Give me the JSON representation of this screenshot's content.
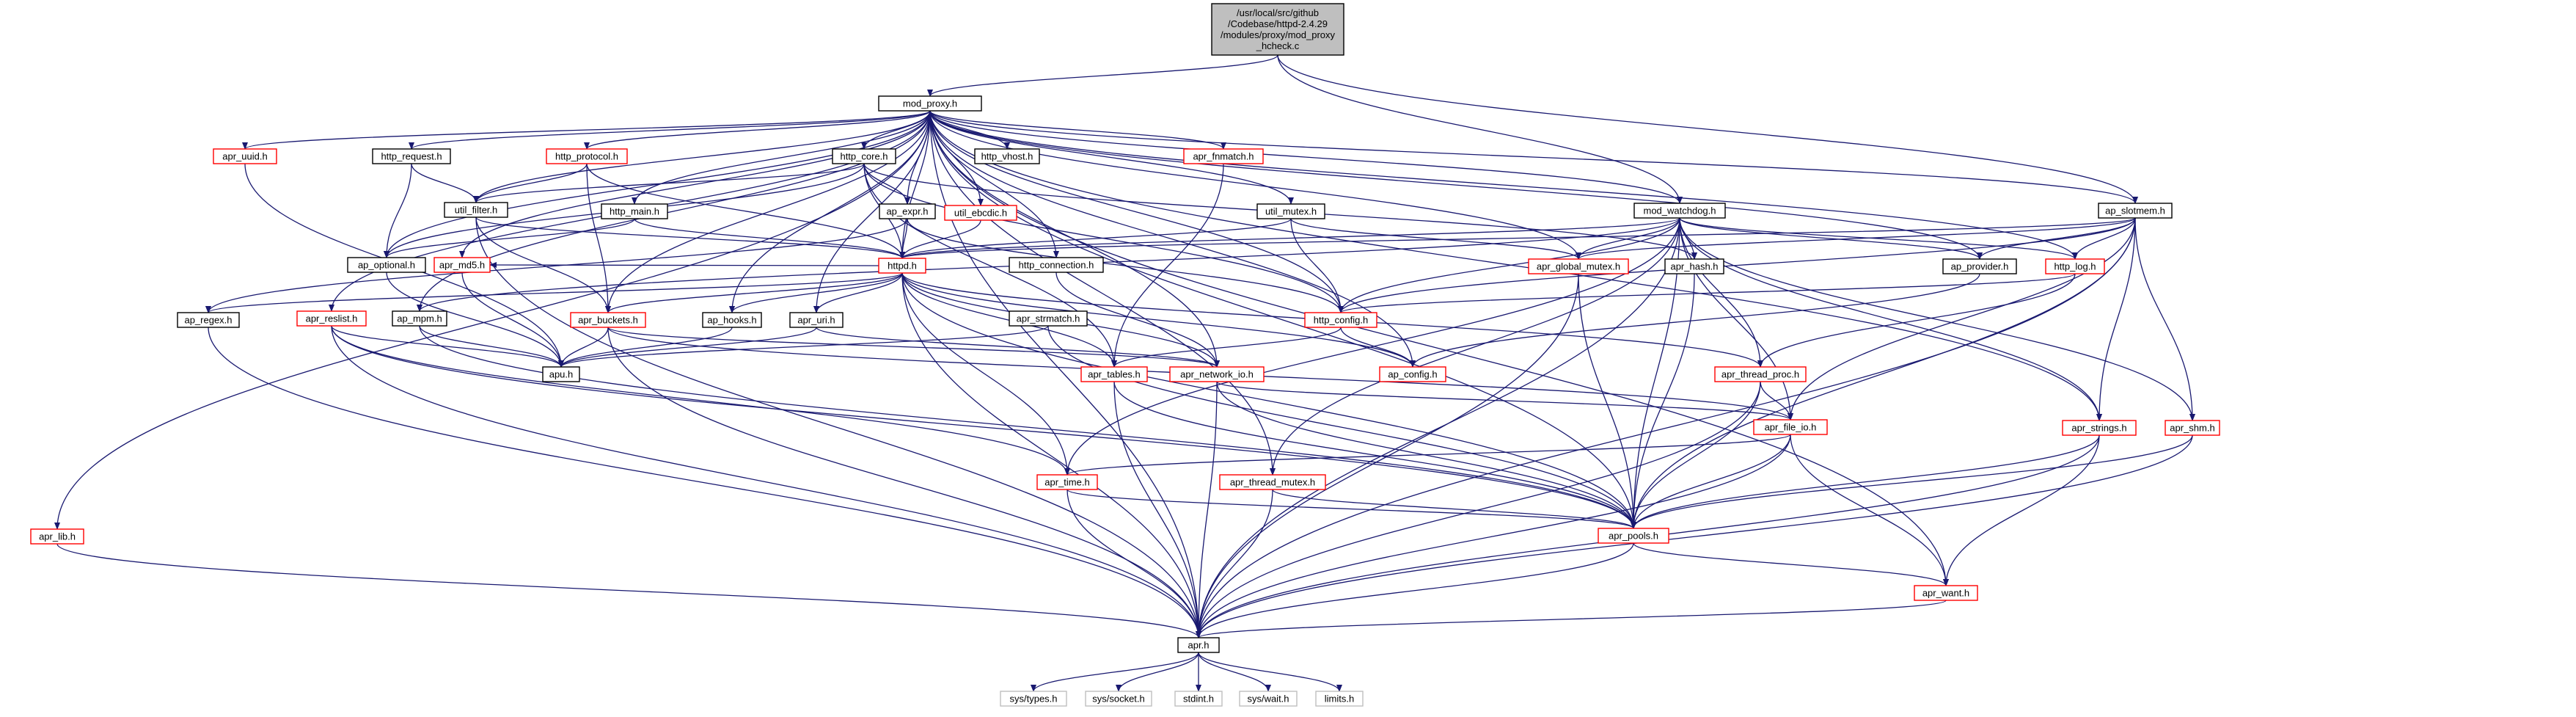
{
  "colors": {
    "edge": "#191970",
    "root_fill": "#bfbfbf",
    "normal_border": "#000000",
    "red_border": "#ff0000",
    "grey_border": "#bfbfbf",
    "text": "#000000"
  },
  "nodes": [
    {
      "id": "root",
      "style": "root",
      "lines": [
        "/usr/local/src/github",
        "/Codebase/httpd-2.4.29",
        "/modules/proxy/mod_proxy",
        "_hcheck.c"
      ]
    },
    {
      "id": "mod_proxy",
      "style": "normal",
      "lines": [
        "mod_proxy.h"
      ]
    },
    {
      "id": "apr_uuid",
      "style": "red",
      "lines": [
        "apr_uuid.h"
      ]
    },
    {
      "id": "http_request",
      "style": "normal",
      "lines": [
        "http_request.h"
      ]
    },
    {
      "id": "http_protocol",
      "style": "red",
      "lines": [
        "http_protocol.h"
      ]
    },
    {
      "id": "http_core",
      "style": "normal",
      "lines": [
        "http_core.h"
      ]
    },
    {
      "id": "util_ebcdic",
      "style": "red",
      "lines": [
        "util_ebcdic.h"
      ]
    },
    {
      "id": "http_vhost",
      "style": "normal",
      "lines": [
        "http_vhost.h"
      ]
    },
    {
      "id": "apr_fnmatch",
      "style": "red",
      "lines": [
        "apr_fnmatch.h"
      ]
    },
    {
      "id": "util_filter",
      "style": "normal",
      "lines": [
        "util_filter.h"
      ]
    },
    {
      "id": "http_main",
      "style": "normal",
      "lines": [
        "http_main.h"
      ]
    },
    {
      "id": "ap_expr",
      "style": "normal",
      "lines": [
        "ap_expr.h"
      ]
    },
    {
      "id": "util_mutex",
      "style": "normal",
      "lines": [
        "util_mutex.h"
      ]
    },
    {
      "id": "mod_watchdog",
      "style": "normal",
      "lines": [
        "mod_watchdog.h"
      ]
    },
    {
      "id": "ap_slotmem",
      "style": "normal",
      "lines": [
        "ap_slotmem.h"
      ]
    },
    {
      "id": "ap_optional",
      "style": "normal",
      "lines": [
        "ap_optional.h"
      ]
    },
    {
      "id": "apr_md5",
      "style": "red",
      "lines": [
        "apr_md5.h"
      ]
    },
    {
      "id": "httpd",
      "style": "red",
      "lines": [
        "httpd.h"
      ]
    },
    {
      "id": "http_connection",
      "style": "normal",
      "lines": [
        "http_connection.h"
      ]
    },
    {
      "id": "apr_global_mutex",
      "style": "red",
      "lines": [
        "apr_global_mutex.h"
      ]
    },
    {
      "id": "apr_hash",
      "style": "normal",
      "lines": [
        "apr_hash.h"
      ]
    },
    {
      "id": "ap_provider",
      "style": "normal",
      "lines": [
        "ap_provider.h"
      ]
    },
    {
      "id": "http_log",
      "style": "red",
      "lines": [
        "http_log.h"
      ]
    },
    {
      "id": "ap_regex",
      "style": "normal",
      "lines": [
        "ap_regex.h"
      ]
    },
    {
      "id": "apr_reslist",
      "style": "red",
      "lines": [
        "apr_reslist.h"
      ]
    },
    {
      "id": "ap_mpm",
      "style": "normal",
      "lines": [
        "ap_mpm.h"
      ]
    },
    {
      "id": "apr_buckets",
      "style": "red",
      "lines": [
        "apr_buckets.h"
      ]
    },
    {
      "id": "ap_hooks",
      "style": "normal",
      "lines": [
        "ap_hooks.h"
      ]
    },
    {
      "id": "apr_uri",
      "style": "normal",
      "lines": [
        "apr_uri.h"
      ]
    },
    {
      "id": "apr_strmatch",
      "style": "normal",
      "lines": [
        "apr_strmatch.h"
      ]
    },
    {
      "id": "http_config",
      "style": "red",
      "lines": [
        "http_config.h"
      ]
    },
    {
      "id": "apu",
      "style": "normal",
      "lines": [
        "apu.h"
      ]
    },
    {
      "id": "apr_tables",
      "style": "red",
      "lines": [
        "apr_tables.h"
      ]
    },
    {
      "id": "apr_network_io",
      "style": "red",
      "lines": [
        "apr_network_io.h"
      ]
    },
    {
      "id": "ap_config",
      "style": "red",
      "lines": [
        "ap_config.h"
      ]
    },
    {
      "id": "apr_thread_proc",
      "style": "red",
      "lines": [
        "apr_thread_proc.h"
      ]
    },
    {
      "id": "apr_file_io",
      "style": "red",
      "lines": [
        "apr_file_io.h"
      ]
    },
    {
      "id": "apr_strings",
      "style": "red",
      "lines": [
        "apr_strings.h"
      ]
    },
    {
      "id": "apr_shm",
      "style": "red",
      "lines": [
        "apr_shm.h"
      ]
    },
    {
      "id": "apr_lib",
      "style": "red",
      "lines": [
        "apr_lib.h"
      ]
    },
    {
      "id": "apr_time",
      "style": "red",
      "lines": [
        "apr_time.h"
      ]
    },
    {
      "id": "apr_thread_mutex",
      "style": "red",
      "lines": [
        "apr_thread_mutex.h"
      ]
    },
    {
      "id": "apr_pools",
      "style": "red",
      "lines": [
        "apr_pools.h"
      ]
    },
    {
      "id": "apr_want",
      "style": "red",
      "lines": [
        "apr_want.h"
      ]
    },
    {
      "id": "apr",
      "style": "normal",
      "lines": [
        "apr.h"
      ]
    },
    {
      "id": "sys_types",
      "style": "grey",
      "lines": [
        "sys/types.h"
      ]
    },
    {
      "id": "sys_socket",
      "style": "grey",
      "lines": [
        "sys/socket.h"
      ]
    },
    {
      "id": "stdint",
      "style": "grey",
      "lines": [
        "stdint.h"
      ]
    },
    {
      "id": "sys_wait",
      "style": "grey",
      "lines": [
        "sys/wait.h"
      ]
    },
    {
      "id": "limits",
      "style": "grey",
      "lines": [
        "limits.h"
      ]
    }
  ],
  "edges": [
    [
      "root",
      "mod_proxy"
    ],
    [
      "root",
      "mod_watchdog"
    ],
    [
      "root",
      "ap_slotmem"
    ],
    [
      "mod_proxy",
      "apr_uuid"
    ],
    [
      "mod_proxy",
      "http_request"
    ],
    [
      "mod_proxy",
      "http_protocol"
    ],
    [
      "mod_proxy",
      "http_core"
    ],
    [
      "mod_proxy",
      "util_ebcdic"
    ],
    [
      "mod_proxy",
      "http_vhost"
    ],
    [
      "mod_proxy",
      "apr_fnmatch"
    ],
    [
      "mod_proxy",
      "util_filter"
    ],
    [
      "mod_proxy",
      "http_main"
    ],
    [
      "mod_proxy",
      "ap_expr"
    ],
    [
      "mod_proxy",
      "util_mutex"
    ],
    [
      "mod_proxy",
      "ap_optional"
    ],
    [
      "mod_proxy",
      "apr_md5"
    ],
    [
      "mod_proxy",
      "httpd"
    ],
    [
      "mod_proxy",
      "http_connection"
    ],
    [
      "mod_proxy",
      "apr_global_mutex"
    ],
    [
      "mod_proxy",
      "ap_provider"
    ],
    [
      "mod_proxy",
      "http_log"
    ],
    [
      "mod_proxy",
      "apr_reslist"
    ],
    [
      "mod_proxy",
      "ap_mpm"
    ],
    [
      "mod_proxy",
      "apr_buckets"
    ],
    [
      "mod_proxy",
      "ap_hooks"
    ],
    [
      "mod_proxy",
      "apr_uri"
    ],
    [
      "mod_proxy",
      "http_config"
    ],
    [
      "mod_proxy",
      "ap_config"
    ],
    [
      "mod_proxy",
      "apr_network_io"
    ],
    [
      "mod_proxy",
      "apr_strings"
    ],
    [
      "mod_proxy",
      "apr_lib"
    ],
    [
      "mod_proxy",
      "apr_thread_mutex"
    ],
    [
      "mod_proxy",
      "apr_pools"
    ],
    [
      "mod_proxy",
      "apr_want"
    ],
    [
      "mod_proxy",
      "apr"
    ],
    [
      "mod_proxy",
      "ap_slotmem"
    ],
    [
      "mod_proxy",
      "mod_watchdog"
    ],
    [
      "apr_uuid",
      "apu"
    ],
    [
      "http_request",
      "util_filter"
    ],
    [
      "http_request",
      "ap_optional"
    ],
    [
      "http_protocol",
      "httpd"
    ],
    [
      "http_protocol",
      "util_filter"
    ],
    [
      "http_protocol",
      "apr_buckets"
    ],
    [
      "http_core",
      "apr_hash"
    ],
    [
      "http_core",
      "apr_optional_fake"
    ],
    [
      "http_core",
      "util_filter"
    ],
    [
      "http_core",
      "ap_expr"
    ],
    [
      "http_core",
      "httpd"
    ],
    [
      "http_core",
      "http_config"
    ],
    [
      "http_core",
      "apr_tables"
    ],
    [
      "http_core",
      "ap_optional"
    ],
    [
      "util_ebcdic",
      "httpd"
    ],
    [
      "apr_fnmatch",
      "apr_tables"
    ],
    [
      "util_filter",
      "httpd"
    ],
    [
      "util_filter",
      "apr_buckets"
    ],
    [
      "util_filter",
      "apr"
    ],
    [
      "http_main",
      "ap_optional"
    ],
    [
      "http_main",
      "httpd"
    ],
    [
      "ap_expr",
      "httpd"
    ],
    [
      "ap_expr",
      "http_config"
    ],
    [
      "ap_expr",
      "ap_regex"
    ],
    [
      "util_mutex",
      "httpd"
    ],
    [
      "util_mutex",
      "http_config"
    ],
    [
      "util_mutex",
      "apr_global_mutex"
    ],
    [
      "mod_watchdog",
      "httpd"
    ],
    [
      "mod_watchdog",
      "http_config"
    ],
    [
      "mod_watchdog",
      "http_log"
    ],
    [
      "mod_watchdog",
      "ap_provider"
    ],
    [
      "mod_watchdog",
      "apr_hash"
    ],
    [
      "mod_watchdog",
      "apr_global_mutex"
    ],
    [
      "mod_watchdog",
      "apr_thread_proc"
    ],
    [
      "mod_watchdog",
      "apr_file_io"
    ],
    [
      "mod_watchdog",
      "apr_shm"
    ],
    [
      "mod_watchdog",
      "apr_strings"
    ],
    [
      "mod_watchdog",
      "apr_pools"
    ],
    [
      "mod_watchdog",
      "apr_time"
    ],
    [
      "mod_watchdog",
      "apr_thread_mutex"
    ],
    [
      "mod_watchdog",
      "apr"
    ],
    [
      "mod_watchdog",
      "ap_mpm"
    ],
    [
      "ap_slotmem",
      "httpd"
    ],
    [
      "ap_slotmem",
      "http_config"
    ],
    [
      "ap_slotmem",
      "http_log"
    ],
    [
      "ap_slotmem",
      "ap_provider"
    ],
    [
      "ap_slotmem",
      "apr_file_io"
    ],
    [
      "ap_slotmem",
      "apr_strings"
    ],
    [
      "ap_slotmem",
      "apr_shm"
    ],
    [
      "ap_slotmem",
      "apr_pools"
    ],
    [
      "ap_slotmem",
      "apr"
    ],
    [
      "ap_slotmem",
      "apr_global_mutex"
    ],
    [
      "ap_optional",
      "apu"
    ],
    [
      "apr_md5",
      "apu"
    ],
    [
      "httpd",
      "ap_regex"
    ],
    [
      "httpd",
      "apr_buckets"
    ],
    [
      "httpd",
      "ap_hooks"
    ],
    [
      "httpd",
      "apr_uri"
    ],
    [
      "httpd",
      "apr_tables"
    ],
    [
      "httpd",
      "apr_network_io"
    ],
    [
      "httpd",
      "ap_config"
    ],
    [
      "httpd",
      "apr_thread_proc"
    ],
    [
      "httpd",
      "apr_time"
    ],
    [
      "httpd",
      "apr_pools"
    ],
    [
      "httpd",
      "apr"
    ],
    [
      "httpd",
      "apr_md5"
    ],
    [
      "http_connection",
      "apr_network_io"
    ],
    [
      "http_connection",
      "apr_hooks_fake"
    ],
    [
      "apr_global_mutex",
      "apr_pools"
    ],
    [
      "apr_global_mutex",
      "apr"
    ],
    [
      "apr_hash",
      "apr_pools"
    ],
    [
      "ap_provider",
      "ap_config"
    ],
    [
      "http_log",
      "apr_thread_proc"
    ],
    [
      "http_log",
      "http_config"
    ],
    [
      "ap_regex",
      "apr"
    ],
    [
      "apr_reslist",
      "apu"
    ],
    [
      "apr_reslist",
      "apr_pools"
    ],
    [
      "apr_reslist",
      "apr_time"
    ],
    [
      "apr_reslist",
      "apr"
    ],
    [
      "ap_mpm",
      "apu"
    ],
    [
      "ap_mpm",
      "apr_pools"
    ],
    [
      "apr_buckets",
      "apu"
    ],
    [
      "apr_buckets",
      "apr_network_io"
    ],
    [
      "apr_buckets",
      "apr_file_io"
    ],
    [
      "apr_buckets",
      "apr"
    ],
    [
      "ap_hooks",
      "apu"
    ],
    [
      "apr_uri",
      "apu"
    ],
    [
      "apr_uri",
      "apr_network_io"
    ],
    [
      "apr_strmatch",
      "apu"
    ],
    [
      "apr_strmatch",
      "apr_pools"
    ],
    [
      "http_config",
      "apr_tables"
    ],
    [
      "http_config",
      "ap_config"
    ],
    [
      "apr_tables",
      "apr_pools"
    ],
    [
      "apr_tables",
      "apr"
    ],
    [
      "apr_network_io",
      "apr_file_io"
    ],
    [
      "apr_network_io",
      "apr_pools"
    ],
    [
      "apr_network_io",
      "apr"
    ],
    [
      "apr_thread_proc",
      "apr_file_io"
    ],
    [
      "apr_thread_proc",
      "apr_pools"
    ],
    [
      "apr_thread_proc",
      "apr"
    ],
    [
      "apr_file_io",
      "apr_time"
    ],
    [
      "apr_file_io",
      "apr_pools"
    ],
    [
      "apr_file_io",
      "apr_want"
    ],
    [
      "apr_file_io",
      "apr"
    ],
    [
      "apr_strings",
      "apr_pools"
    ],
    [
      "apr_strings",
      "apr_want"
    ],
    [
      "apr_strings",
      "apr"
    ],
    [
      "apr_shm",
      "apr_pools"
    ],
    [
      "apr_shm",
      "apr"
    ],
    [
      "apr_lib",
      "apr"
    ],
    [
      "apr_time",
      "apr_pools"
    ],
    [
      "apr_time",
      "apr"
    ],
    [
      "apr_thread_mutex",
      "apr_pools"
    ],
    [
      "apr_thread_mutex",
      "apr"
    ],
    [
      "apr_pools",
      "apr_want"
    ],
    [
      "apr_pools",
      "apr"
    ],
    [
      "apr_want",
      "apr"
    ],
    [
      "apr",
      "sys_types"
    ],
    [
      "apr",
      "sys_socket"
    ],
    [
      "apr",
      "stdint"
    ],
    [
      "apr",
      "sys_wait"
    ],
    [
      "apr",
      "limits"
    ]
  ]
}
